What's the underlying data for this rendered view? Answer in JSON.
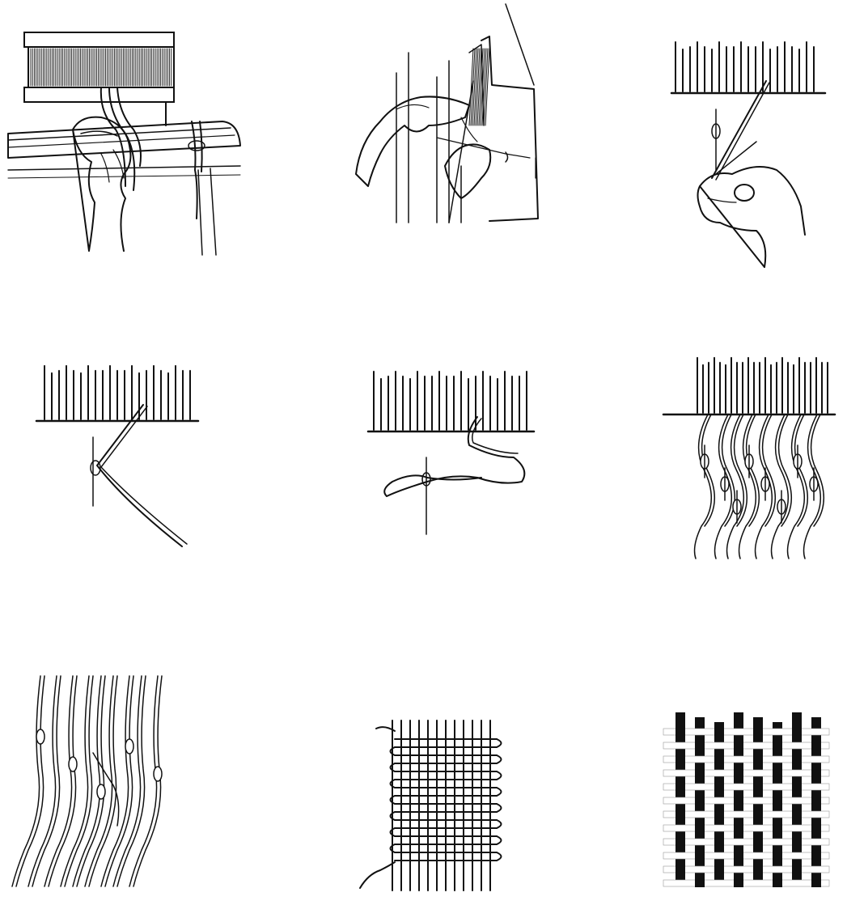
{
  "illustration": {
    "panels": [
      {
        "id": "p1",
        "subject": "hand-at-loom-bar"
      },
      {
        "id": "p2",
        "subject": "hand-tying-at-heddle"
      },
      {
        "id": "p3",
        "subject": "hand-with-needle-at-comb"
      },
      {
        "id": "p4",
        "subject": "single-strand-from-comb"
      },
      {
        "id": "p5",
        "subject": "looped-strand-from-comb"
      },
      {
        "id": "p6",
        "subject": "many-strands-from-comb"
      },
      {
        "id": "p7",
        "subject": "wavy-strands-with-knots"
      },
      {
        "id": "p8",
        "subject": "plain-weave-grid"
      },
      {
        "id": "p9",
        "subject": "dense-woven-swatch"
      }
    ],
    "colors": {
      "ink": "#111111",
      "paper": "#ffffff"
    }
  }
}
